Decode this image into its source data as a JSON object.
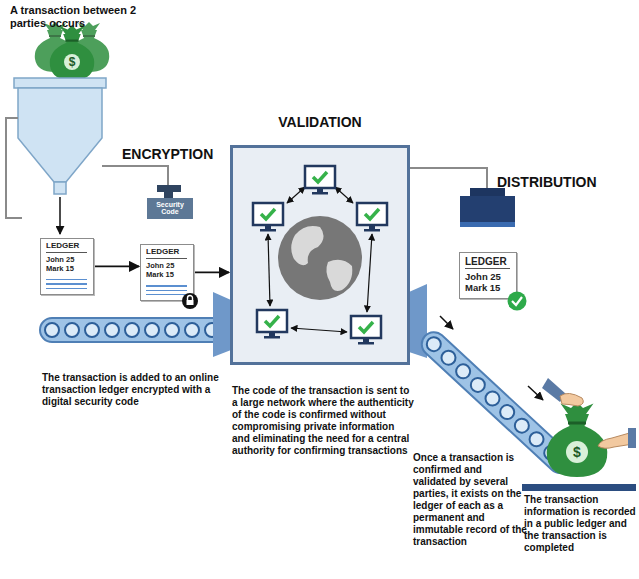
{
  "diagram": {
    "nodes": [
      {
        "text": [
          "LEDGER",
          "John 25",
          "Mark 15"
        ]
      },
      {
        "text": [
          "Security Code"
        ]
      },
      {
        "text": [
          "LEDGER",
          "John 25",
          "Mark 15"
        ]
      },
      {
        "text": [
          "VALIDATION"
        ]
      },
      {
        "text": [
          "LEDGER",
          "John 25",
          "Mark 15"
        ]
      }
    ],
    "edges": [
      {
        "from": 0,
        "to": 2,
        "arrow": "to"
      },
      {
        "from": 2,
        "to": 3,
        "arrow": "to"
      }
    ],
    "labels": [
      "A transaction between 2 parties occurs",
      "$",
      "ENCRYPTION",
      "The transaction is added to an online transaction ledger encrypted with a digital security code",
      "The code of the transaction is sent to a large network where the authenticity of the code is confirmed without compromising private information and eliminating the need for a central authority for confirming transactions",
      "DISTRIBUTION",
      "Once a transaction is confirmed and validated by several parties, it exists on the ledger of each as a permanent and immutable record of the transaction",
      "$",
      "The transaction information is recorded in a public ledger and the transaction is completed"
    ]
  }
}
